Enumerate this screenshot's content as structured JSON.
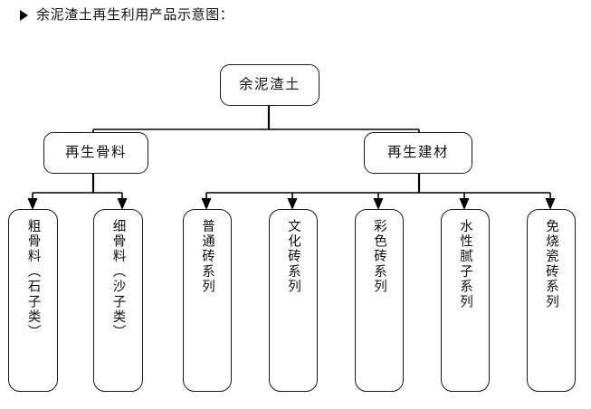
{
  "heading": {
    "bullet_icon": "triangle-right-icon",
    "text": "余泥渣土再生利用产品示意图："
  },
  "diagram": {
    "type": "tree",
    "root": {
      "id": "root",
      "label": "余泥渣土",
      "orientation": "horizontal"
    },
    "level2": [
      {
        "id": "recycled-aggregate",
        "label": "再生骨料",
        "orientation": "horizontal"
      },
      {
        "id": "recycled-building-material",
        "label": "再生建材",
        "orientation": "horizontal"
      }
    ],
    "leaves_left": [
      {
        "id": "coarse-aggregate",
        "label": "粗骨料（石子类）",
        "orientation": "vertical"
      },
      {
        "id": "fine-aggregate",
        "label": "细骨料（沙子类）",
        "orientation": "vertical"
      }
    ],
    "leaves_right": [
      {
        "id": "ordinary-brick-series",
        "label": "普通砖系列",
        "orientation": "vertical"
      },
      {
        "id": "culture-brick-series",
        "label": "文化砖系列",
        "orientation": "vertical"
      },
      {
        "id": "color-brick-series",
        "label": "彩色砖系列",
        "orientation": "vertical"
      },
      {
        "id": "water-based-putty-series",
        "label": "水性腻子系列",
        "orientation": "vertical"
      },
      {
        "id": "unfired-ceramic-tile-series",
        "label": "免烧瓷砖系列",
        "orientation": "vertical"
      }
    ],
    "colors": {
      "page_background": "#ffffff",
      "node_fill": "#ffffff",
      "node_stroke": "#1a1a1a",
      "connector_stroke": "#000000",
      "text": "#111111"
    }
  }
}
